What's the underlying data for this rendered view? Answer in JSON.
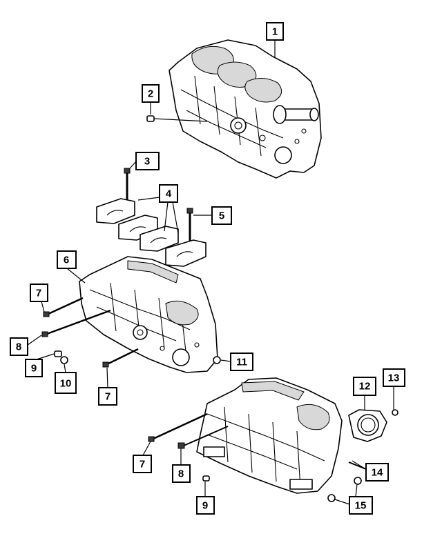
{
  "callouts": [
    {
      "id": "c1",
      "label": "1"
    },
    {
      "id": "c2",
      "label": "2"
    },
    {
      "id": "c3",
      "label": "3"
    },
    {
      "id": "c4",
      "label": "4"
    },
    {
      "id": "c5",
      "label": "5"
    },
    {
      "id": "c6",
      "label": "6"
    },
    {
      "id": "c7a",
      "label": "7"
    },
    {
      "id": "c8a",
      "label": "8"
    },
    {
      "id": "c9a",
      "label": "9"
    },
    {
      "id": "c10",
      "label": "10"
    },
    {
      "id": "c7b",
      "label": "7"
    },
    {
      "id": "c11",
      "label": "11"
    },
    {
      "id": "c12",
      "label": "12"
    },
    {
      "id": "c13",
      "label": "13"
    },
    {
      "id": "c7c",
      "label": "7"
    },
    {
      "id": "c8b",
      "label": "8"
    },
    {
      "id": "c14",
      "label": "14"
    },
    {
      "id": "c9b",
      "label": "9"
    },
    {
      "id": "c15",
      "label": "15"
    }
  ]
}
